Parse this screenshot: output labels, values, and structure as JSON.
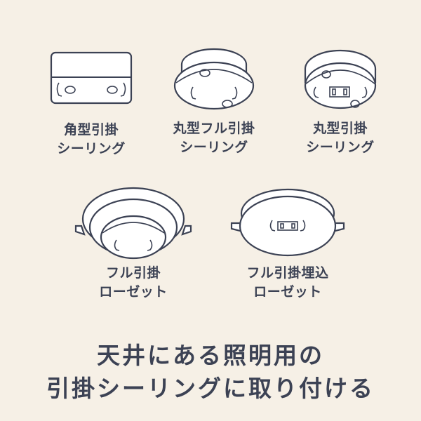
{
  "items": [
    {
      "label_line1": "角型引掛",
      "label_line2": "シーリング",
      "icon": "square-hook-ceiling-icon"
    },
    {
      "label_line1": "丸型フル引掛",
      "label_line2": "シーリング",
      "icon": "round-full-hook-ceiling-icon"
    },
    {
      "label_line1": "丸型引掛",
      "label_line2": "シーリング",
      "icon": "round-hook-ceiling-icon"
    },
    {
      "label_line1": "フル引掛",
      "label_line2": "ローゼット",
      "icon": "full-hook-rosette-icon"
    },
    {
      "label_line1": "フル引掛埋込",
      "label_line2": "ローゼット",
      "icon": "full-hook-embedded-rosette-icon"
    }
  ],
  "caption": {
    "line1": "天井にある照明用の",
    "line2": "引掛シーリングに取り付ける"
  },
  "colors": {
    "background": "#f6f0e6",
    "ink": "#3c4254"
  }
}
